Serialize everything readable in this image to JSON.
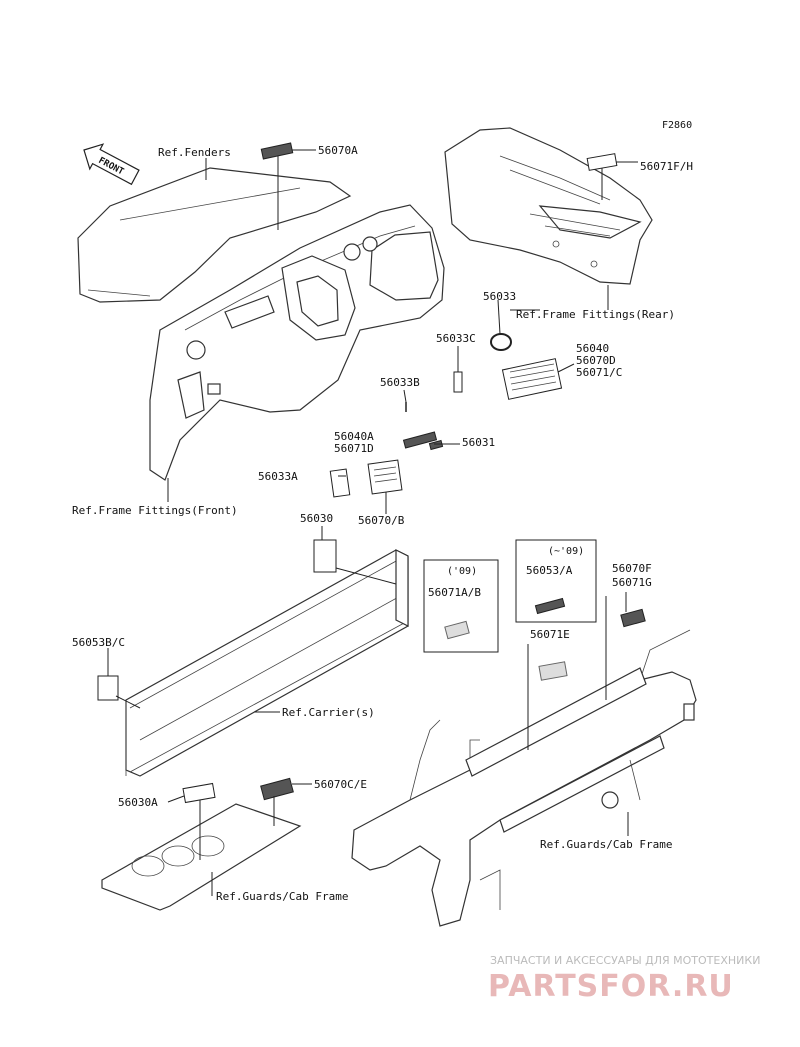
{
  "figure_code": "F2860",
  "front_arrow": "FRONT",
  "refs": {
    "fenders": "Ref.Fenders",
    "frame_rear": "Ref.Frame Fittings(Rear)",
    "frame_front": "Ref.Frame Fittings(Front)",
    "carrier": "Ref.Carrier(s)",
    "guards_cab": "Ref.Guards/Cab Frame",
    "guards_cab_2": "Ref.Guards/Cab Frame"
  },
  "parts": {
    "p56070A": "56070A",
    "p56071FH": "56071F/H",
    "p56033": "56033",
    "p56033C": "56033C",
    "p56040": "56040",
    "p56070D": "56070D",
    "p56071C": "56071/C",
    "p56033B": "56033B",
    "p56040A": "56040A",
    "p56071D": "56071D",
    "p56031": "56031",
    "p56033A": "56033A",
    "p56070B": "56070/B",
    "p56030": "56030",
    "p56071AB": "56071A/B",
    "p56053A": "56053/A",
    "p56070F": "56070F",
    "p56071G": "56071G",
    "p56071E": "56071E",
    "p56053BC": "56053B/C",
    "p56030A": "56030A",
    "p56070CE": "56070C/E"
  },
  "year_notes": {
    "box1": "('09)",
    "box2": "(~'09)"
  },
  "watermark": {
    "tagline": "ЗАПЧАСТИ И АКСЕССУАРЫ ДЛЯ МОТОТЕХНИКИ",
    "logo": "PARTSFOR.RU"
  }
}
